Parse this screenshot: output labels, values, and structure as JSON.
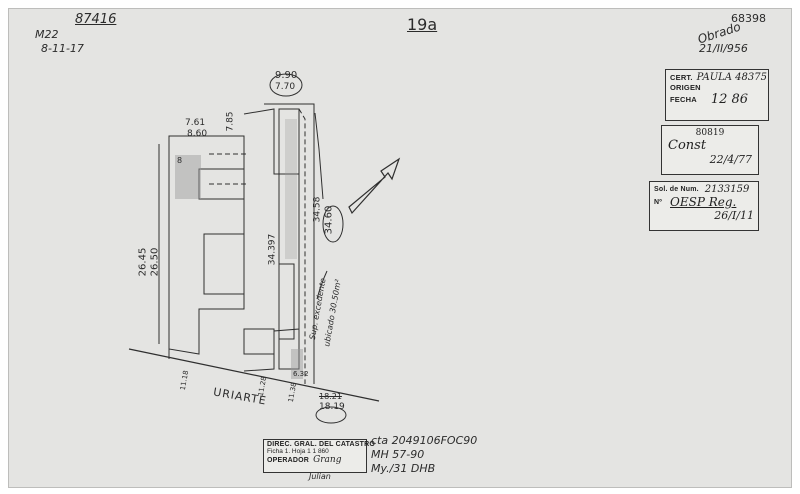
{
  "header": {
    "file_number": "87416",
    "left_note_1": "M22",
    "left_note_2": "8-11-17",
    "page_number": "19a",
    "doc_id": "68398",
    "signed_word": "Obrado",
    "signed_date": "21/II/956"
  },
  "stamp_cert": {
    "cert_label": "CERT.",
    "cert_value": "PAULA 48375",
    "origen_label": "ORIGEN",
    "fecha_label": "FECHA",
    "fecha_value": "12 86"
  },
  "stamp_const": {
    "number": "80819",
    "word": "Const",
    "date": "22/4/77"
  },
  "stamp_sol": {
    "sol_label": "Sol. de Num.",
    "sol_value": "2133159",
    "no_label": "Nº",
    "no_value": "OESP Reg.",
    "date": "26/I/11"
  },
  "plan": {
    "dim_990": "9.90",
    "dim_770": "7.70",
    "dim_785": "7.85",
    "dim_761": "7.61",
    "dim_860": "8.60",
    "dim_2645": "26.45",
    "dim_2650": "26.50",
    "dim_34397": "34.397",
    "dim_3458": "34.58",
    "dim_3460": "34.60",
    "lot_mark": "8",
    "note_line1": "Sup. excedente",
    "note_line2": "ubicado 30.50m²",
    "dim_632": "6.32",
    "dim_1118": "11.18",
    "dim_1128": "11.28",
    "dim_1138": "11.38",
    "dim_1821": "18.21",
    "dim_1819": "18.19",
    "street": "URIARTE"
  },
  "footer_stamp": {
    "line1": "DIREC. GRAL. DEL CATASTRO",
    "line2": "Ficha 1. Hoja 1 1 860",
    "line3": "OPERADOR",
    "signature": "Grang",
    "signature2": "Julian"
  },
  "footer_notes": {
    "line1": "cta 2049106FOC90",
    "line2": "MH 57-90",
    "line3": "My./31 DHB"
  },
  "colors": {
    "paper": "#e4e4e2",
    "ink": "#2b2b2b",
    "shade": "#9a9a98"
  }
}
